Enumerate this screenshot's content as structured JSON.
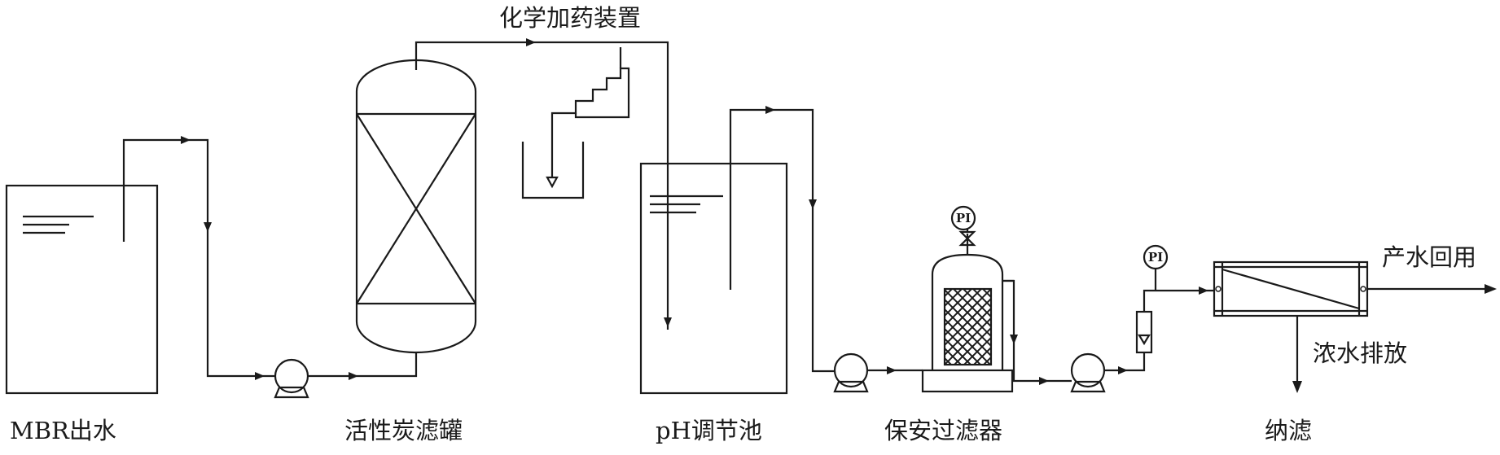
{
  "labels": {
    "mbr_outlet": "MBR出水",
    "carbon_filter": "活性炭滤罐",
    "dosing_device": "化学加药装置",
    "ph_tank": "pH调节池",
    "security_filter": "保安过滤器",
    "nanofiltration": "纳滤",
    "product_water": "产水回用",
    "concentrate": "浓水排放"
  },
  "instruments": {
    "pressure_gauge_1": "PI",
    "pressure_gauge_2": "PI"
  },
  "colors": {
    "line": "#1a1a1a",
    "background": "#ffffff"
  }
}
